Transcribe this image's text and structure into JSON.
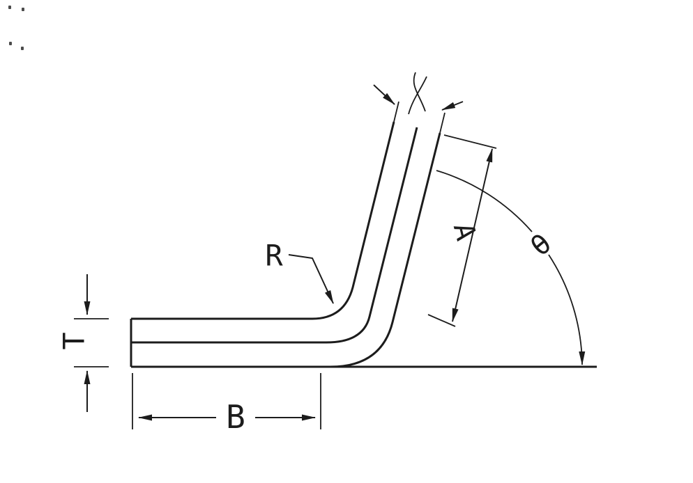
{
  "drawing": {
    "labels": {
      "thickness": "T",
      "base_length": "B",
      "leg_length": "A",
      "bend_radius": "R",
      "bend_angle": "θ"
    },
    "colors": {
      "line": "#1c1c1c",
      "background": "#ffffff"
    }
  }
}
